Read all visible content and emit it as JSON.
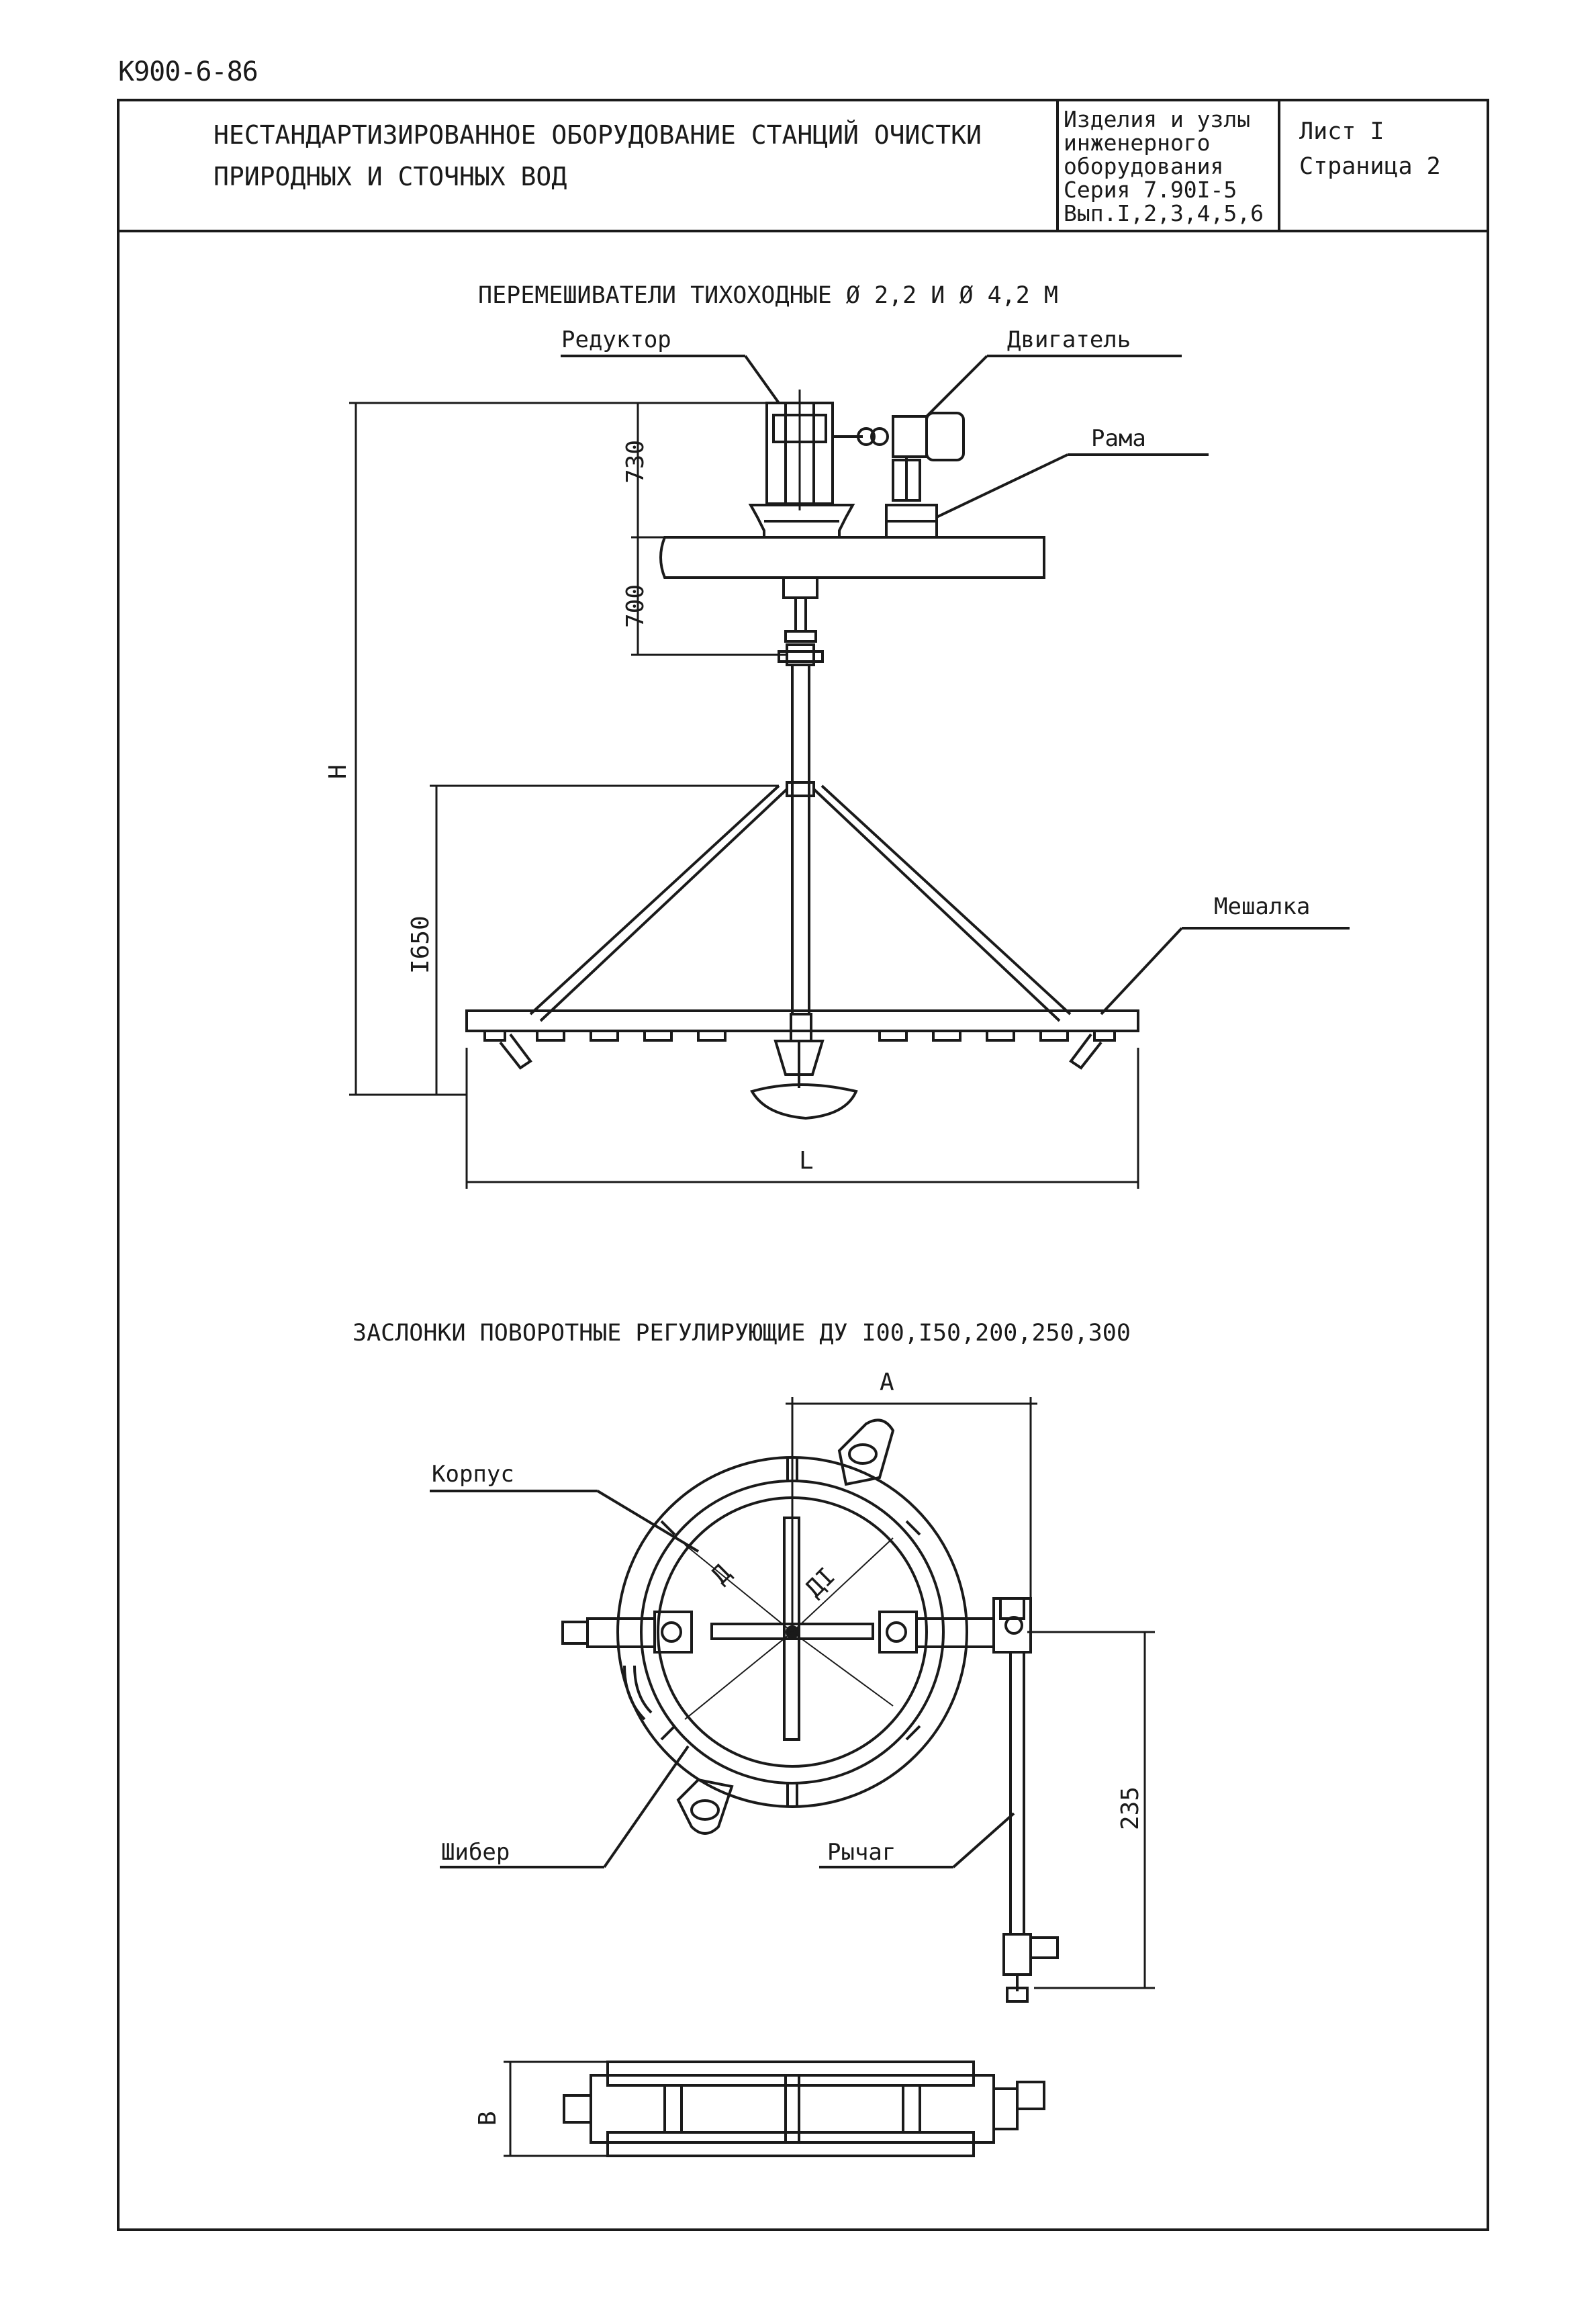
{
  "document_number": "К900-6-86",
  "header": {
    "title_line1": "НЕСТАНДАРТИЗИРОВАННОЕ ОБОРУДОВАНИЕ СТАНЦИЙ ОЧИСТКИ",
    "title_line2": "ПРИРОДНЫХ И СТОЧНЫХ ВОД",
    "series_line1": "Изделия и узлы",
    "series_line2": "инженерного",
    "series_line3": "оборудования",
    "series_line4": "Серия 7.90I-5",
    "series_line5": "Вып.I,2,3,4,5,6",
    "sheet": "Лист I",
    "page": "Страница 2"
  },
  "mixer": {
    "title": "ПЕРЕМЕШИВАТЕЛИ ТИХОХОДНЫЕ Ø 2,2 И Ø 4,2 М",
    "label_reducer": "Редуктор",
    "label_motor": "Двигатель",
    "label_frame": "Рама",
    "label_agitator": "Мешалка",
    "dim_730": "730",
    "dim_700": "700",
    "dim_h": "Н",
    "dim_1650": "I650",
    "dim_l": "L"
  },
  "damper": {
    "title": "ЗАСЛОНКИ ПОВОРОТНЫЕ РЕГУЛИРУЮЩИЕ ДУ I00,I50,200,250,300",
    "label_body": "Корпус",
    "label_gate": "Шибер",
    "label_lever": "Рычаг",
    "dim_a": "А",
    "dim_d": "Д",
    "dim_d1": "ДI",
    "dim_235": "235",
    "dim_b": "В"
  }
}
